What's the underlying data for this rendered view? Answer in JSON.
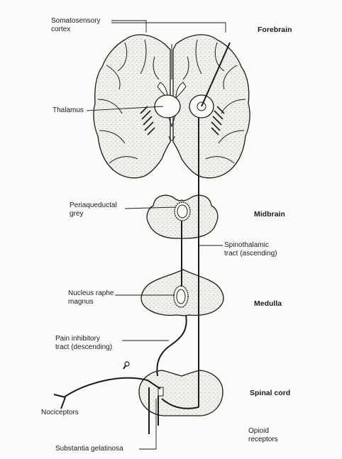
{
  "labels": {
    "somatosensory_cortex": [
      "Somatosensory",
      "cortex"
    ],
    "thalamus": "Thalamus",
    "periaqueductal_grey": [
      "Periaqueductal",
      "grey"
    ],
    "spinothalamic_tract": [
      "Spinothalamic",
      "tract (ascending)"
    ],
    "nucleus_raphe_magnus": [
      "Nucleus raphe",
      "magnus"
    ],
    "pain_inhibitory_tract": [
      "Pain inhibitory",
      "tract (descending)"
    ],
    "nociceptors": "Nociceptors",
    "substantia_gelatinosa": "Substantia gelatinosa",
    "opioid_receptors": [
      "Opioid",
      "receptors"
    ]
  },
  "regions": {
    "forebrain": "Forebrain",
    "midbrain": "Midbrain",
    "medulla": "Medulla",
    "spinal_cord": "Spinal cord"
  },
  "colors": {
    "ink": "#1a1a1a",
    "tissue": "#f2f2ee",
    "paper": "#fbfbf9"
  }
}
